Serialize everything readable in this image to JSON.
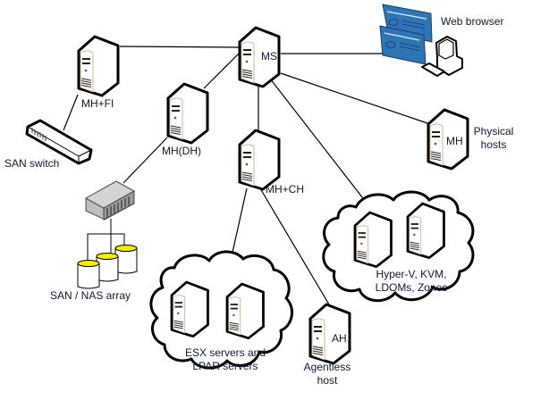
{
  "diagram": {
    "title": "Network topology",
    "colors": {
      "stroke": "#000000",
      "label": "#0d1a36",
      "browser_window": "#2e75b6",
      "disk_top": "#f5ec00",
      "device_gray": "#bdbdbd"
    },
    "nodes": {
      "ms": {
        "label": "MS",
        "type": "server"
      },
      "mh_fi": {
        "label": "MH+FI",
        "type": "server"
      },
      "mh_dh": {
        "label": "MH(DH)",
        "type": "server"
      },
      "mh_ch": {
        "label": "MH+CH",
        "type": "server"
      },
      "mh_physical": {
        "label": "MH",
        "type": "server",
        "caption_line1": "Physical",
        "caption_line2": "hosts"
      },
      "san_switch": {
        "label": "SAN switch",
        "type": "switch"
      },
      "nas_device": {
        "type": "storage-controller"
      },
      "san_nas_array": {
        "label": "SAN / NAS array",
        "type": "disk-array"
      },
      "web_browser": {
        "label": "Web browser",
        "type": "workstation"
      },
      "ah": {
        "label": "AH",
        "type": "server",
        "caption_line1": "Agentless",
        "caption_line2": "host"
      },
      "esx_cloud": {
        "label_line1": "ESX servers and",
        "label_line2": "LPAR servers",
        "type": "cloud"
      },
      "hyperv_cloud": {
        "label_line1": "Hyper-V, KVM,",
        "label_line2": "LDOMs, Zones",
        "type": "cloud"
      }
    },
    "edges": [
      {
        "from": "ms",
        "to": "mh_fi"
      },
      {
        "from": "ms",
        "to": "mh_dh"
      },
      {
        "from": "ms",
        "to": "mh_ch"
      },
      {
        "from": "ms",
        "to": "web_browser"
      },
      {
        "from": "ms",
        "to": "mh_physical"
      },
      {
        "from": "ms",
        "to": "hyperv_cloud"
      },
      {
        "from": "mh_fi",
        "to": "san_switch"
      },
      {
        "from": "mh_dh",
        "to": "nas_device"
      },
      {
        "from": "nas_device",
        "to": "san_nas_array"
      },
      {
        "from": "mh_ch",
        "to": "esx_cloud"
      },
      {
        "from": "mh_ch",
        "to": "ah"
      }
    ]
  }
}
